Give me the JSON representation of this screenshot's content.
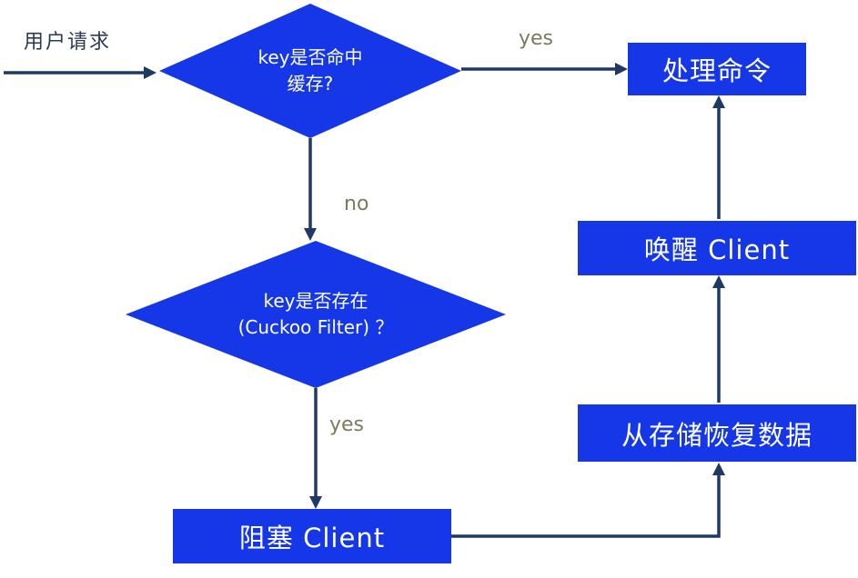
{
  "colors": {
    "node_fill": "#1537e8",
    "node_text": "#ffffff",
    "arrow": "#1f3864",
    "edge_label": "#7c7a5e",
    "entry_label": "#2b3a52",
    "background": "#ffffff"
  },
  "nodes": {
    "entry_label": "用户请求",
    "decision_cache": "key是否命中\n缓存?",
    "process_command": "处理命令",
    "decision_exists": "key是否存在\n(Cuckoo Filter) ？",
    "wake_client": "唤醒 Client",
    "restore_data": "从存储恢复数据",
    "block_client": "阻塞 Client"
  },
  "edge_labels": {
    "cache_yes": "yes",
    "cache_no": "no",
    "exists_yes": "yes"
  }
}
